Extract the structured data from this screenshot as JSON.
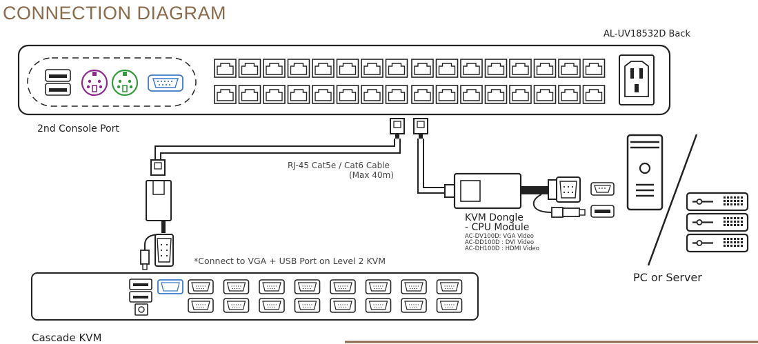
{
  "title": "CONNECTION DIAGRAM",
  "device_label": "AL-UV18532D Back",
  "second_console_label": "2nd Console Port",
  "cable_label_line1": "RJ-45 Cat5e / Cat6 Cable",
  "cable_label_line2": "(Max 40m)",
  "dongle_title_line1": "KVM Dongle",
  "dongle_title_line2": "- CPU Module",
  "dongle_models": [
    "AC-DV100D: VGA Video",
    "AC-DD100D : DVI Video",
    "AC-DH100D : HDMI Video"
  ],
  "cascade_note": "*Connect to VGA + USB Port on Level 2 KVM",
  "cascade_label": "Cascade KVM",
  "pc_label": "PC or Server",
  "colors": {
    "title": "#8a6a4a",
    "ps2_mouse": "#8b2a8b",
    "ps2_keyboard": "#2f9a3a",
    "vga_highlight": "#3a7ac8",
    "line": "#222222"
  },
  "icons": [
    "usb-port-icon",
    "ps2-mouse-icon",
    "ps2-keyboard-icon",
    "vga-port-icon",
    "rj45-port-icon",
    "power-inlet-icon",
    "pc-tower-icon",
    "server-rack-icon",
    "dongle-icon"
  ]
}
